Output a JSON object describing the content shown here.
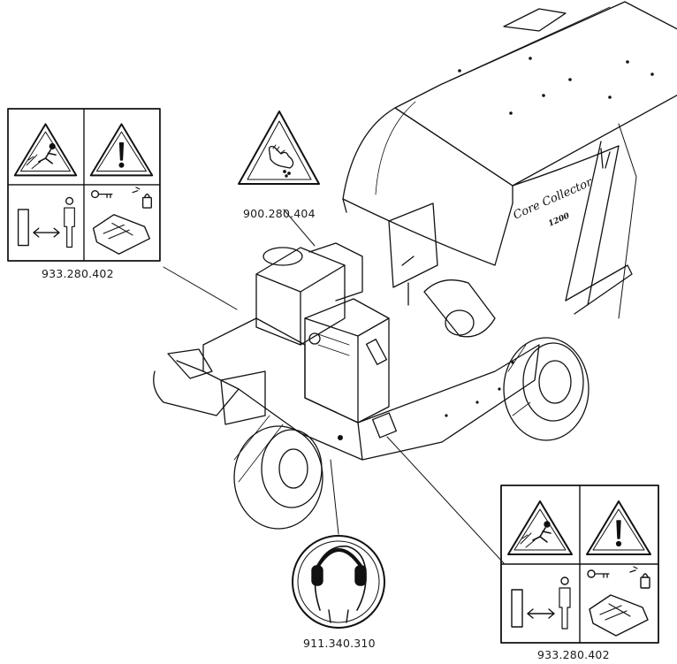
{
  "machine": {
    "brand_line": "Core Collector",
    "model_line": "1200"
  },
  "decals": [
    {
      "id": "decal-top-left",
      "part_number": "933.280.402",
      "type": "four-panel-warning"
    },
    {
      "id": "decal-hand",
      "part_number": "900.280.404",
      "type": "hand-injury-warning"
    },
    {
      "id": "decal-hearing",
      "part_number": "911.340.310",
      "type": "hearing-protection"
    },
    {
      "id": "decal-bottom-right",
      "part_number": "933.280.402",
      "type": "four-panel-warning"
    }
  ],
  "icons": [
    "thrown-object-warning-icon",
    "general-warning-icon",
    "safe-distance-icon",
    "remove-key-read-manual-icon",
    "hand-crush-warning-icon",
    "ear-protection-icon"
  ],
  "colors": {
    "line": "#111111",
    "background": "#ffffff"
  }
}
